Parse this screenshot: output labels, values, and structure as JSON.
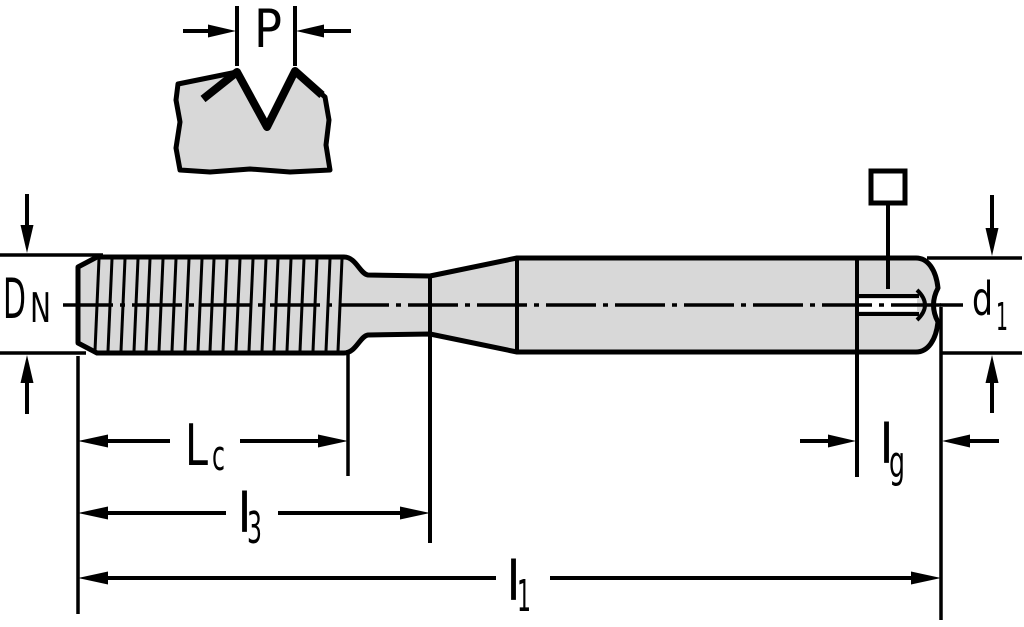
{
  "labels": {
    "pitch": {
      "main": "P"
    },
    "nominal_diameter": {
      "main": "D",
      "sub": "N"
    },
    "shank_diameter": {
      "main": "d",
      "sub": "1"
    },
    "chamfer_length": {
      "main": "L",
      "sub": "c"
    },
    "thread_length": {
      "main": "l",
      "sub": "3"
    },
    "overall_length": {
      "main": "l",
      "sub": "1"
    },
    "square_length": {
      "main": "l",
      "sub": "g"
    }
  },
  "symbols": {
    "square_drive": "square-drive-symbol"
  },
  "colors": {
    "outline": "#000000",
    "body_fill": "#d8d8d8",
    "background": "#ffffff"
  }
}
